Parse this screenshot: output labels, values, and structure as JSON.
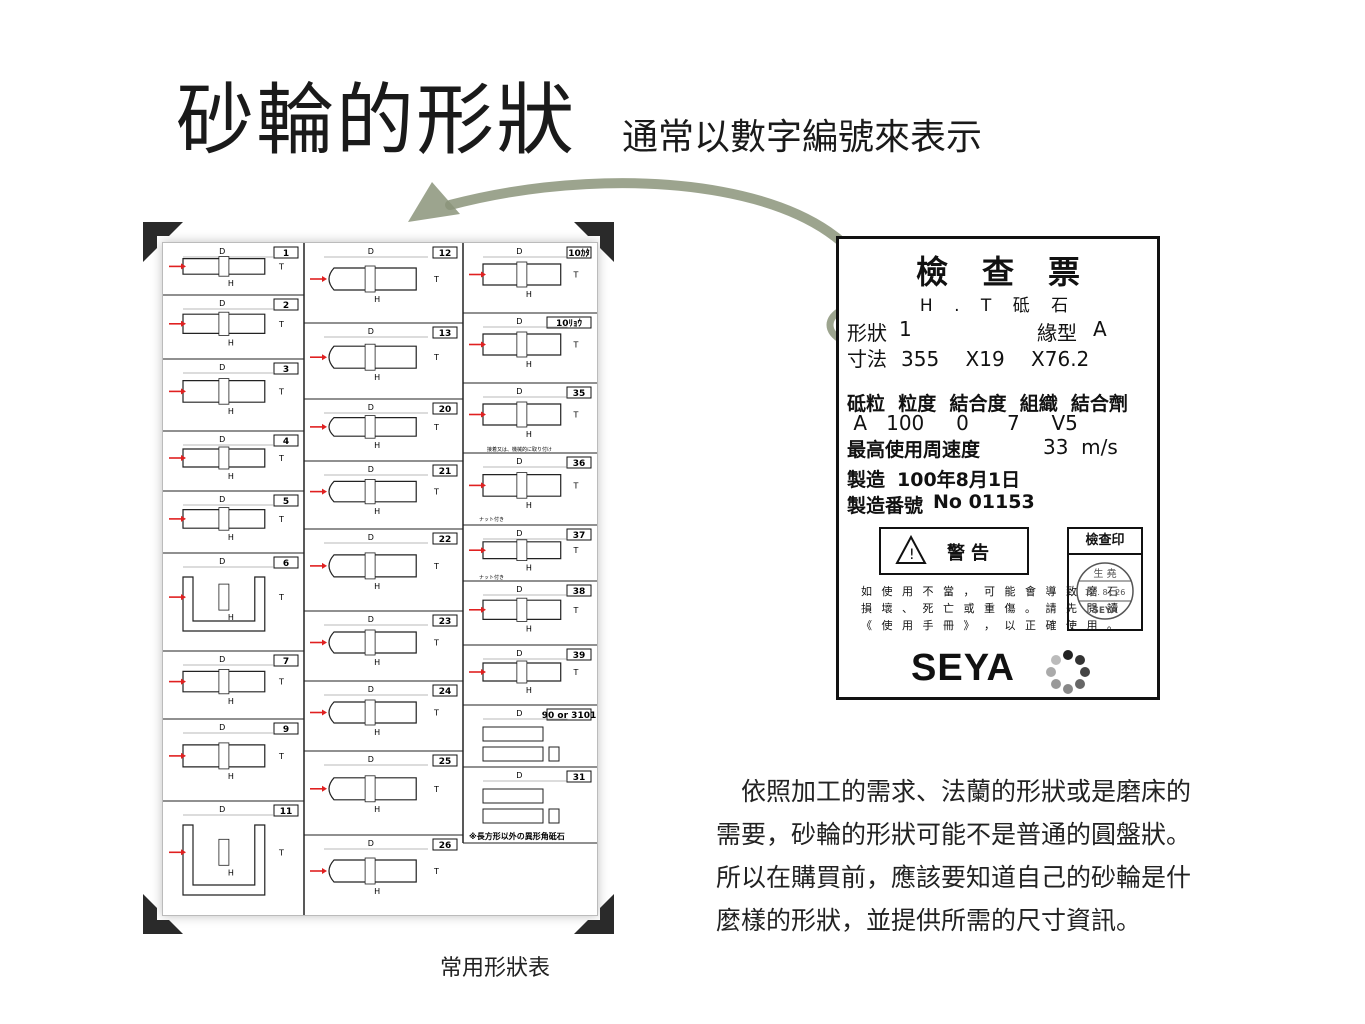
{
  "title": "砂輪的形狀",
  "subtitle": "通常以數字編號來表示",
  "chart_sheet": {
    "caption": "常用形狀表",
    "cells": [
      {
        "num": "1"
      },
      {
        "num": "2"
      },
      {
        "num": "3"
      },
      {
        "num": "4"
      },
      {
        "num": "5"
      },
      {
        "num": "6"
      },
      {
        "num": "7"
      },
      {
        "num": "9"
      },
      {
        "num": "11"
      },
      {
        "num": "12"
      },
      {
        "num": "13"
      },
      {
        "num": "20"
      },
      {
        "num": "21"
      },
      {
        "num": "22"
      },
      {
        "num": "23"
      },
      {
        "num": "24"
      },
      {
        "num": "25"
      },
      {
        "num": "26"
      },
      {
        "num": "10ｶﾀ"
      },
      {
        "num": "10ﾘｮｳ"
      },
      {
        "num": "35"
      },
      {
        "num": "36"
      },
      {
        "num": "37"
      },
      {
        "num": "38"
      },
      {
        "num": "39"
      },
      {
        "num": "90 or 3101"
      },
      {
        "num": "31"
      }
    ],
    "footnote": "※長方形以外の異形角砥石",
    "note_35": "接着又は、機械的に取り付け",
    "note_36": "ナット付き",
    "note_37": "ナット付き"
  },
  "card": {
    "title": "檢查票",
    "subtitle": "H . T 砥 石",
    "shape_label": "形狀",
    "shape_value": "1",
    "edge_label": "緣型",
    "edge_value": "A",
    "size_label": "寸法",
    "size_value": "355　 X19 　X76.2",
    "spec_headers": "砥粒  粒度  結合度  組織  結合劑",
    "spec_values": " A   100     0      7     V5",
    "speed_label": "最高使用周速度",
    "speed_value": "33  m/s",
    "made_label": "製造",
    "made_value": "100年8月1日",
    "serial_label": "製造番號",
    "serial_value": "No 01153",
    "warning_label": "警告",
    "warning_lines": [
      "如 使 用 不 當 ， 可 能 會 導 致 磨 石",
      "損 壞 、 死 亡 或 重 傷 。 請 先 閱 讀",
      "《 使 用 手 冊 》 ， 以 正 確 使 用 。"
    ],
    "stamp_label": "檢查印",
    "stamp_top": "生 堯",
    "stamp_date": "13 . 8 . 26",
    "stamp_bottom": "SEYA",
    "brand": "SEYA"
  },
  "paragraph_lines": [
    "　依照加工的需求、法蘭的形狀或是磨床的",
    "需要，砂輪的形狀可能不是普通的圓盤狀。",
    "所以在購買前，應該要知道自己的砂輪是什",
    "麼樣的形狀，並提供所需的尺寸資訊。"
  ],
  "colors": {
    "arrow": "#8b947a",
    "red_mark": "#e02020",
    "dots": "#666666"
  }
}
